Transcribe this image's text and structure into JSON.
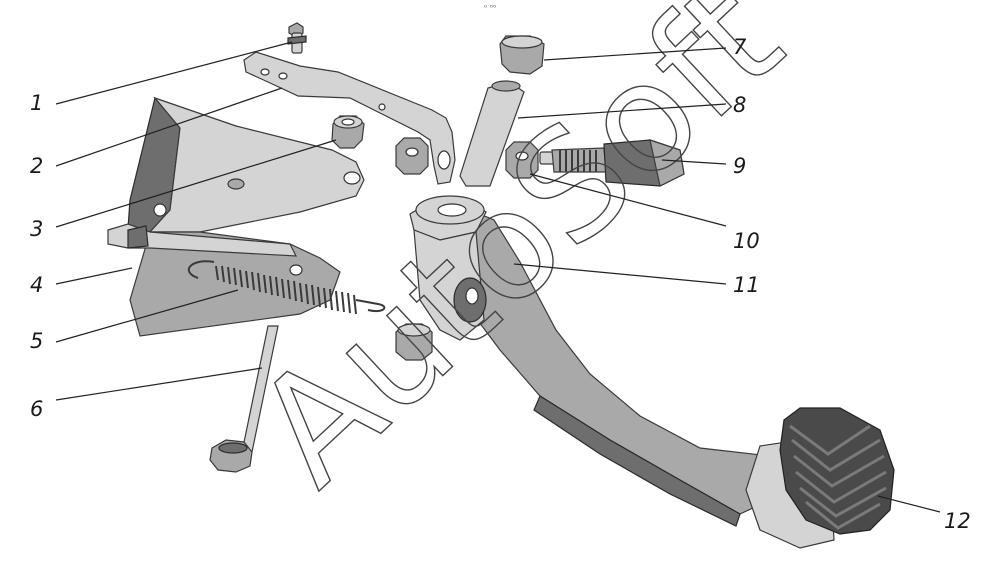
{
  "watermark": "AutoSoft",
  "corner_mark": "ᵒ ᵒᵒ",
  "callouts": [
    {
      "id": "1",
      "label": "1"
    },
    {
      "id": "2",
      "label": "2"
    },
    {
      "id": "3",
      "label": "3"
    },
    {
      "id": "4",
      "label": "4"
    },
    {
      "id": "5",
      "label": "5"
    },
    {
      "id": "6",
      "label": "6"
    },
    {
      "id": "7",
      "label": "7"
    },
    {
      "id": "8",
      "label": "8"
    },
    {
      "id": "9",
      "label": "9"
    },
    {
      "id": "10",
      "label": "10"
    },
    {
      "id": "11",
      "label": "11"
    },
    {
      "id": "12",
      "label": "12"
    }
  ]
}
